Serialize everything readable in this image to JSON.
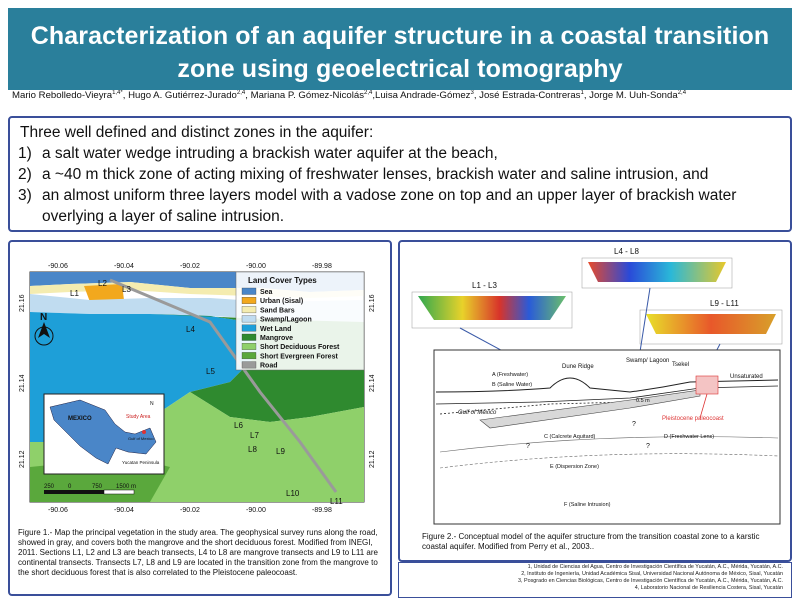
{
  "title": {
    "line1": "Characterization of an aquifer structure in a coastal transition",
    "line2": "zone using  geoelectrical tomography"
  },
  "authors": [
    {
      "name": "Mario Rebolledo-Vieyra",
      "aff": "1,4*"
    },
    {
      "name": "Hugo A. Gutiérrez-Jurado",
      "aff": "2,4"
    },
    {
      "name": "Mariana P. Gómez-Nicolás",
      "aff": "2,4"
    },
    {
      "name": "Luisa Andrade-Gómez",
      "aff": "3"
    },
    {
      "name": "José Estrada-Contreras",
      "aff": "1"
    },
    {
      "name": "Jorge M. Uuh-Sonda",
      "aff": "2,4"
    }
  ],
  "summary": {
    "intro": "Three well defined and distinct zones in the aquifer:",
    "items": [
      {
        "num": "1)",
        "text": "a salt water wedge intruding a brackish water aquifer at the beach,"
      },
      {
        "num": "2)",
        "text": "a ~40 m thick zone of acting mixing of freshwater lenses, brackish water and saline intrusion, and"
      },
      {
        "num": "3)",
        "text": "an almost uniform three layers model with a vadose zone on top and an upper layer of brackish water overlying a layer of saline intrusion."
      }
    ]
  },
  "figure1": {
    "top_ticks": [
      "-90.06",
      "-90.04",
      "-90.02",
      "-90.00",
      "-89.98"
    ],
    "bottom_ticks": [
      "-90.06",
      "-90.04",
      "-90.02",
      "-90.00",
      "-89.98"
    ],
    "left_ticks": [
      "21.16",
      "21.14",
      "21.12"
    ],
    "right_ticks": [
      "21.16",
      "21.14",
      "21.12"
    ],
    "legend_title": "Land Cover Types",
    "legend": [
      {
        "label": "Sea",
        "color": "#4a86c8"
      },
      {
        "label": "Urban (Sisal)",
        "color": "#f2a81d"
      },
      {
        "label": "Sand Bars",
        "color": "#f4ecb0"
      },
      {
        "label": "Swamp/Lagoon",
        "color": "#c0dcf0"
      },
      {
        "label": "Wet Land",
        "color": "#1e9fd8"
      },
      {
        "label": "Mangrove",
        "color": "#2f8a2f"
      },
      {
        "label": "Short Deciduous Forest",
        "color": "#8fd06a"
      },
      {
        "label": "Short Evergreen Forest",
        "color": "#5aa83c"
      },
      {
        "label": "Road",
        "color": "#9a9a9a"
      }
    ],
    "transects": [
      "L1",
      "L2",
      "L3",
      "L4",
      "L5",
      "L6",
      "L7",
      "L8",
      "L9",
      "L10",
      "L11"
    ],
    "north": "N",
    "inset_labels": {
      "country": "MEXICO",
      "study": "Study Area",
      "gulf": "Gulf of Mexico",
      "peninsula": "Yucatan Peninsula",
      "north": "N"
    },
    "scale": {
      "a": "250",
      "b": "0",
      "c": "750",
      "d": "1500 m"
    },
    "caption": "Figure 1.- Map the principal vegetation in the study area.  The geophysical survey runs along the road, showed in gray, and covers both the mangrove and the short deciduous forest.  Modified from INEGI, 2011. Sections L1, L2 and L3 are beach transects, L4 to L8 are mangrove transects and L9 to L11 are continental transects.  Transects L7, L8 and L9 are located in the transition zone from the mangrove to the short deciduous forest that is also correlated to the Pleistocene paleocoast."
  },
  "figure2": {
    "sections": [
      "L1 - L3",
      "L4 - L8",
      "L9 - L11"
    ],
    "model_labels": {
      "dune": "Dune Ridge",
      "swamp": "Swamp/\nLagoon",
      "tsekel": "Tsekel",
      "unsaturated": "Unsaturated",
      "freshwater": "A (Freshwater)",
      "saline_water": "B (Saline Water)",
      "gulf": "Gulf of Mexico",
      "depth": "0.5 m",
      "paleocoast": "Pleistocene paleocoast",
      "calcrete": "C (Calcrete Aquitard)",
      "lens": "D (Freshwater Lens)",
      "dispersion": "E (Dispersion Zone)",
      "intrusion": "F (Saline Intrusion)",
      "q1": "?",
      "q2": "?",
      "q3": "?"
    },
    "caption": "Figure 2.-  Conceptual model of the aquifer structure from the transition coastal zone to a karstic coastal aquifer.  Modified from Perry et al., 2003.."
  },
  "references": [
    "1, Unidad de Ciencias del Agua, Centro de Investigación Científica de Yucatán, A.C., Mérida, Yucatán, A.C.",
    "2, Instituto de Ingeniería, Unidad Académica Sisal, Universidad Nacional Autónoma de México, Sisal, Yucatán",
    "3, Posgrado en Ciencias Biológicas, Centro de Investigación Científica de Yucatán, A.C., Mérida, Yucatán, A.C.",
    "4, Laboratorio Nacional de Resiliencia Costera, Sisal, Yucatán"
  ]
}
